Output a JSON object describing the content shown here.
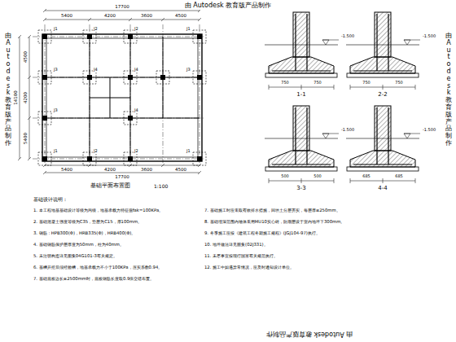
{
  "diagram": {
    "title": "基础平面布置图",
    "labels": [
      "由 Autodesk 教育版产品制作",
      "由 Autodesk 教育版产品制作",
      "由 Autodesk 教育版产品制作",
      "由 Autodesk 教育版产品制作",
      "17700",
      "5400",
      "4200",
      "3600",
      "4500",
      "4500",
      "4200",
      "5400",
      "14100",
      "5400",
      "4200",
      "3600",
      "4500",
      "17700",
      "J1",
      "J2",
      "J2",
      "J1",
      "J3",
      "J4",
      "J4",
      "J3",
      "J3",
      "J4",
      "J1",
      "J2",
      "J2",
      "J1",
      "1:100",
      "1-1",
      "2-2",
      "3-3",
      "4-4",
      "-1.500",
      "-1.500",
      "-1.500",
      "-1.500",
      "750",
      "750",
      "750",
      "750",
      "500",
      "500",
      "685",
      "685",
      "基础设计说明：",
      "1. 本工程地基基础设计等级为丙级，地基承载力特征值fak=100KPa。",
      "2. 基础混凝土强度等级为C35，垫层为C15，厚100mm。",
      "3. 钢筋：HPB300(Φ)，HRB335(Φ)，HRB400(Φ)。",
      "4. 基础钢筋保护层厚度为50mm，柱为40mm。",
      "5. 未注明构造详见图集04G101-3有关规定。",
      "6. 基槽开挖后须经验槽，地基承载力不小于100KPa，压实系数0.94。",
      "7. 基础底板边长≥2500mm时，底板钢筋长度取0.9倍交错布置。",
      "7. 基础施工时应采取有效排水措施，回填土分层夯实，每层厚≤250mm。",
      "8. 基础埋深范围内墙体采用MU10实心砖，防潮层设于室内地坪下300mm。",
      "9. 冬季施工应按《建筑工程冬期施工规程》(JGJ104-97)执行。",
      "10. 地坪做法详见图集(02J331)。",
      "11. 未尽事宜按现行国家有关规范执行。",
      "12. 施工中如遇异常情况，应及时通知设计单位。"
    ]
  }
}
